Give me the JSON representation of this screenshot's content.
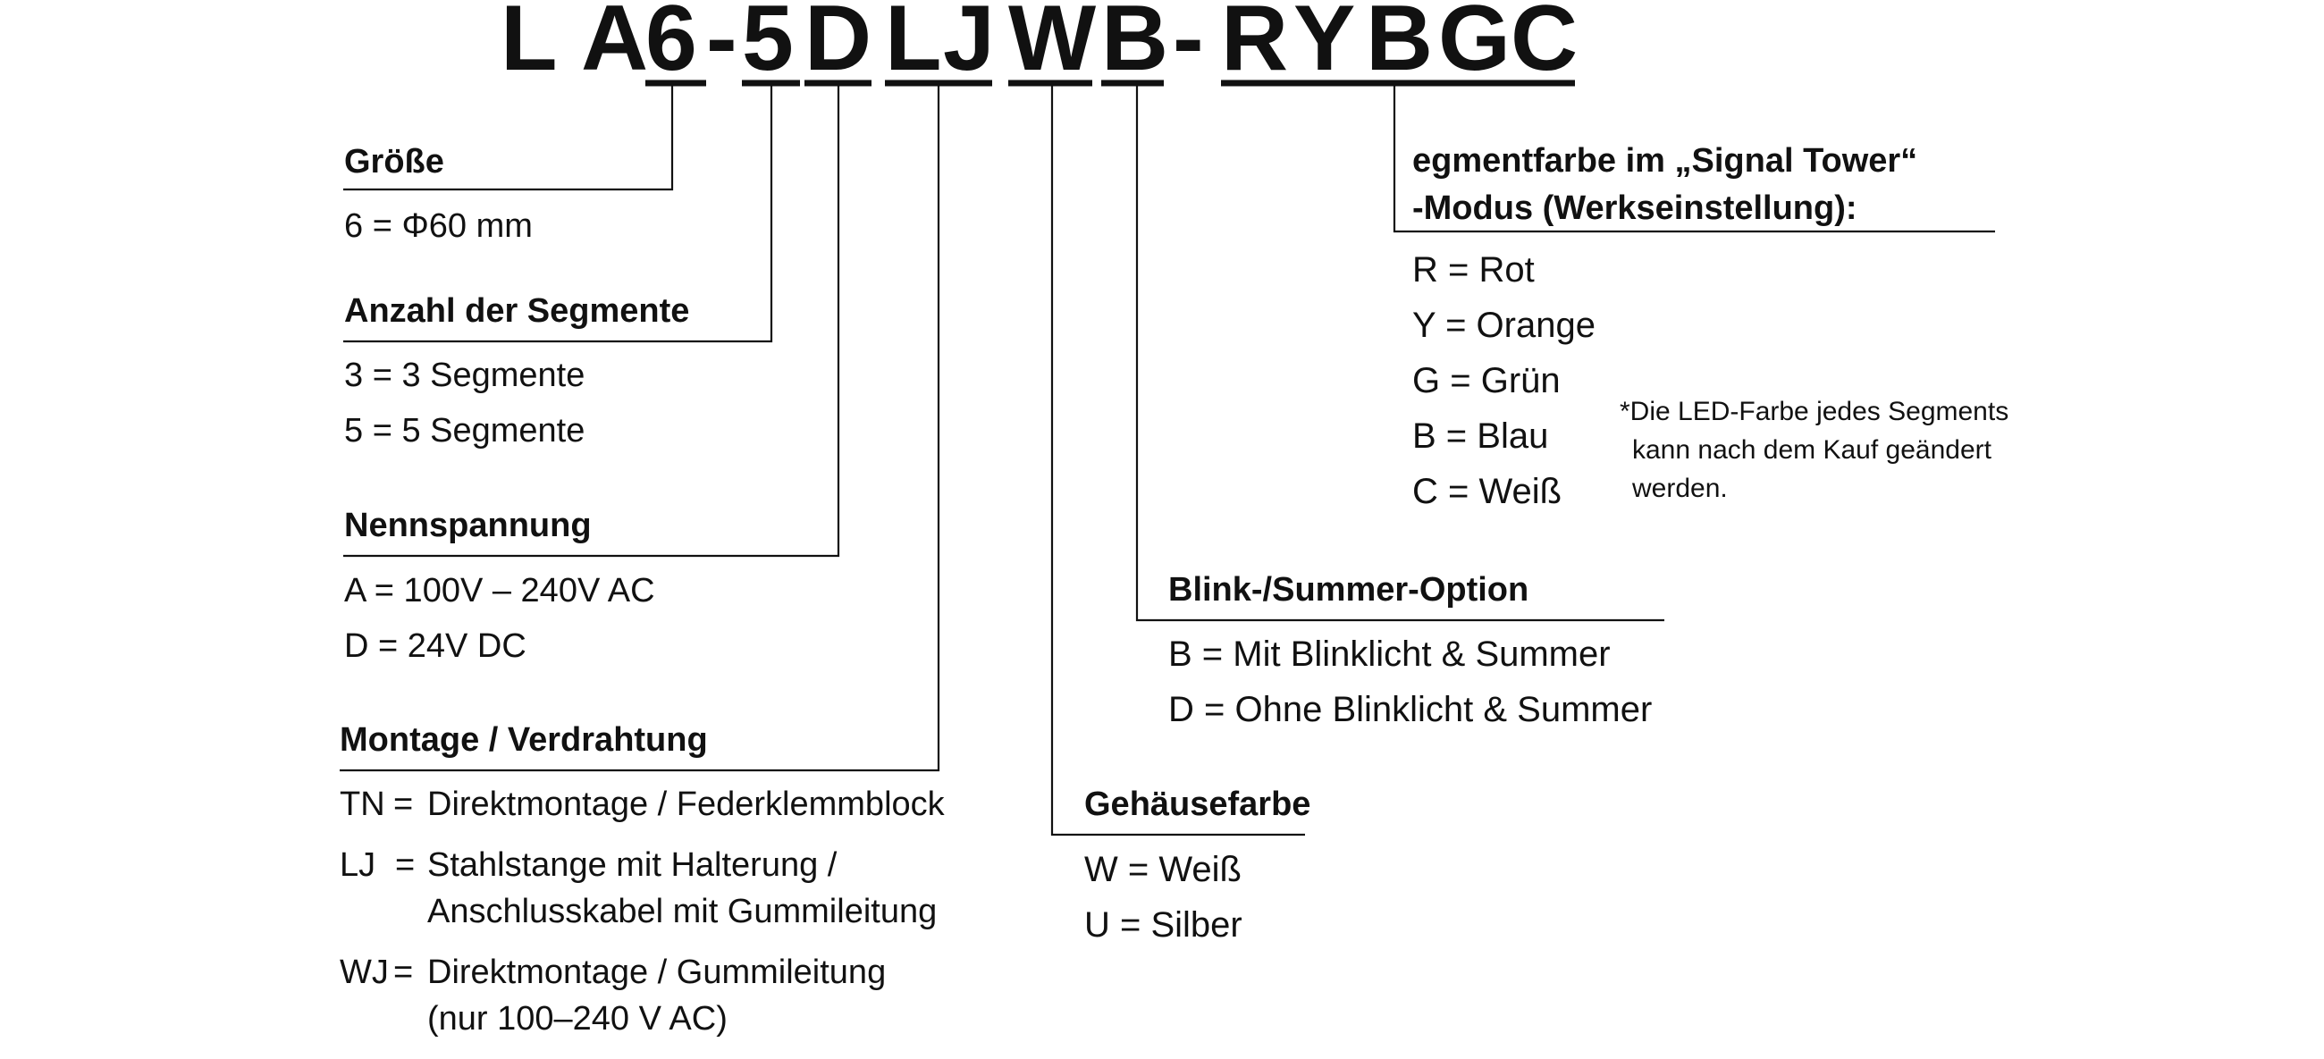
{
  "model_code": {
    "chars": [
      "L",
      "A",
      "6",
      "-",
      "5",
      "D",
      "L",
      "J",
      "W",
      "B",
      "-",
      "R",
      "Y",
      "B",
      "G",
      "C"
    ]
  },
  "groups": {
    "groesse": {
      "heading": "Größe",
      "options": [
        "6 = Φ60 mm"
      ]
    },
    "segmente": {
      "heading": "Anzahl der Segmente",
      "options": [
        "3 = 3 Segmente",
        "5 = 5 Segmente"
      ]
    },
    "spannung": {
      "heading": "Nennspannung",
      "options": [
        "A = 100V – 240V AC",
        "D = 24V DC"
      ]
    },
    "montage": {
      "heading": "Montage / Verdrahtung",
      "options": [
        {
          "code": "TN",
          "sep": "=",
          "lines": [
            "Direktmontage / Federklemmblock"
          ]
        },
        {
          "code": "LJ",
          "sep": "=",
          "lines": [
            "Stahlstange mit Halterung /",
            "Anschlusskabel mit Gummileitung"
          ]
        },
        {
          "code": "WJ",
          "sep": "=",
          "lines": [
            "Direktmontage / Gummileitung",
            "(nur 100–240 V AC)"
          ]
        }
      ]
    },
    "gehaeuse": {
      "heading": "Gehäusefarbe",
      "options": [
        "W = Weiß",
        "U  = Silber"
      ]
    },
    "blink": {
      "heading": "Blink-/Summer-Option",
      "options": [
        "B = Mit Blinklicht & Summer",
        "D = Ohne Blinklicht & Summer"
      ]
    },
    "farbe": {
      "heading_lines": [
        "egmentfarbe im „Signal Tower“",
        "-Modus (Werkseinstellung):"
      ],
      "options": [
        "R = Rot",
        "Y = Orange",
        "G = Grün",
        "B = Blau",
        "C = Weiß"
      ],
      "note_lines": [
        "*Die LED-Farbe jedes Segments",
        "kann nach dem Kauf geändert",
        "werden."
      ]
    }
  }
}
